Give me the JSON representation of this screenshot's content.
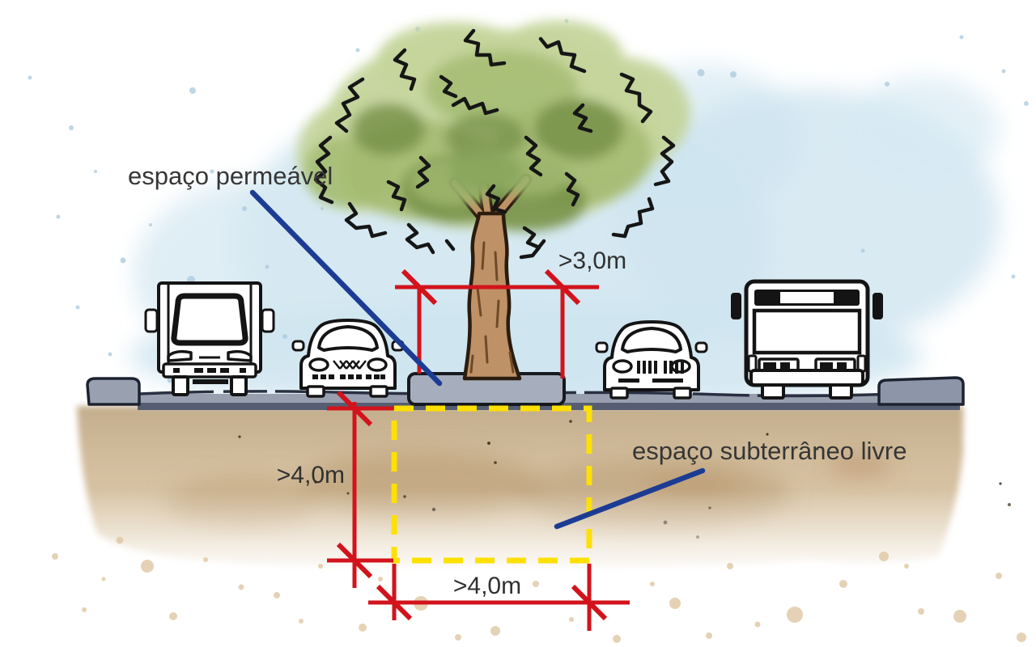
{
  "diagram": {
    "labels": {
      "permeable_space": "espaço permeável",
      "underground_space": "espaço subterrâneo livre"
    },
    "dimensions": {
      "canopy_clearance": ">3,0m",
      "pit_depth": ">4,0m",
      "pit_width": ">4,0m"
    },
    "colors": {
      "dimension_red": "#d2131c",
      "pit_outline_yellow": "#ffe000",
      "leader_line_blue": "#1c3c94",
      "label_text": "#363636",
      "sky_wash_blue": "#cfe5f0",
      "soil_tan": "#cfb896",
      "pavement_gray": "#98a0b0",
      "curb_gray": "#a6aebd",
      "canopy_green_light": "#c5d59c",
      "canopy_green_dark": "#748f47",
      "trunk_brown": "#bf9166"
    },
    "objects": [
      "box-truck",
      "passenger-car",
      "street-tree",
      "passenger-car",
      "city-bus"
    ]
  }
}
